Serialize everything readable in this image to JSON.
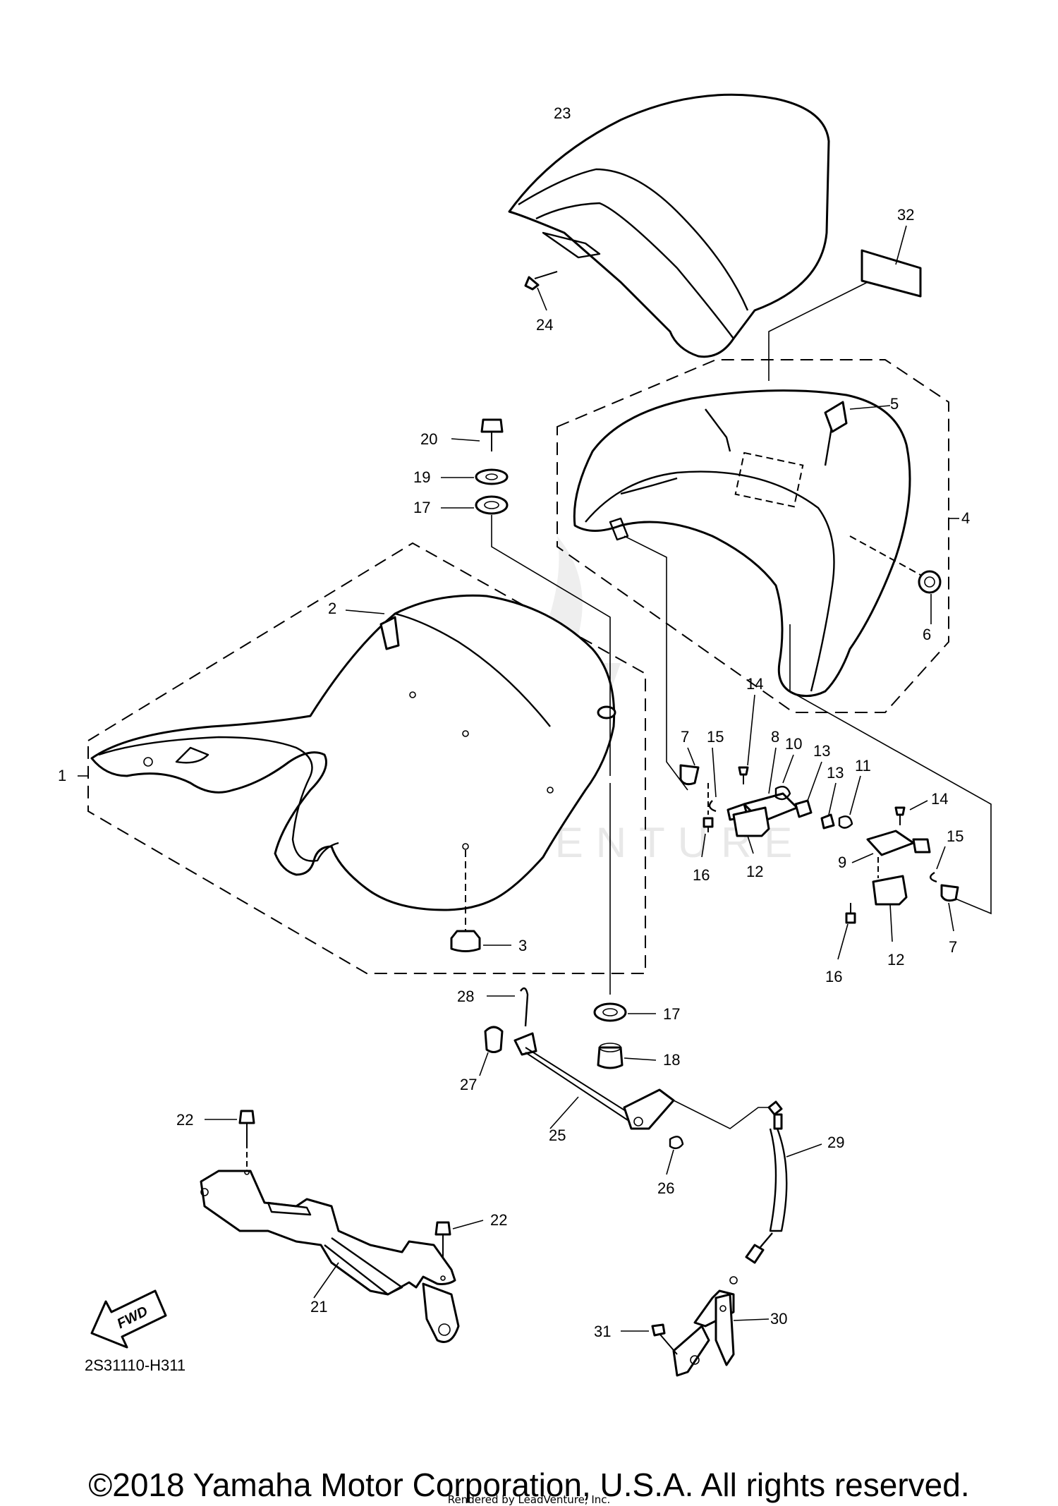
{
  "diagram_code": "2S31110-H311",
  "fwd_label": "FWD",
  "watermark": "LEADVENTURE",
  "copyright": "©2018 Yamaha Motor Corporation, U.S.A. All rights reserved.",
  "rendered_by": "Rendered by LeadVenture, Inc.",
  "labels": {
    "p1": "1",
    "p2": "2",
    "p3": "3",
    "p4": "4",
    "p5": "5",
    "p6": "6",
    "p7a": "7",
    "p7b": "7",
    "p8": "8",
    "p9": "9",
    "p10": "10",
    "p11": "11",
    "p12a": "12",
    "p12b": "12",
    "p13a": "13",
    "p13b": "13",
    "p14a": "14",
    "p14b": "14",
    "p15a": "15",
    "p15b": "15",
    "p16a": "16",
    "p16b": "16",
    "p17a": "17",
    "p17b": "17",
    "p18": "18",
    "p19": "19",
    "p20": "20",
    "p21": "21",
    "p22a": "22",
    "p22b": "22",
    "p23": "23",
    "p24": "24",
    "p25": "25",
    "p26": "26",
    "p27": "27",
    "p28": "28",
    "p29": "29",
    "p30": "30",
    "p31": "31",
    "p32": "32"
  }
}
